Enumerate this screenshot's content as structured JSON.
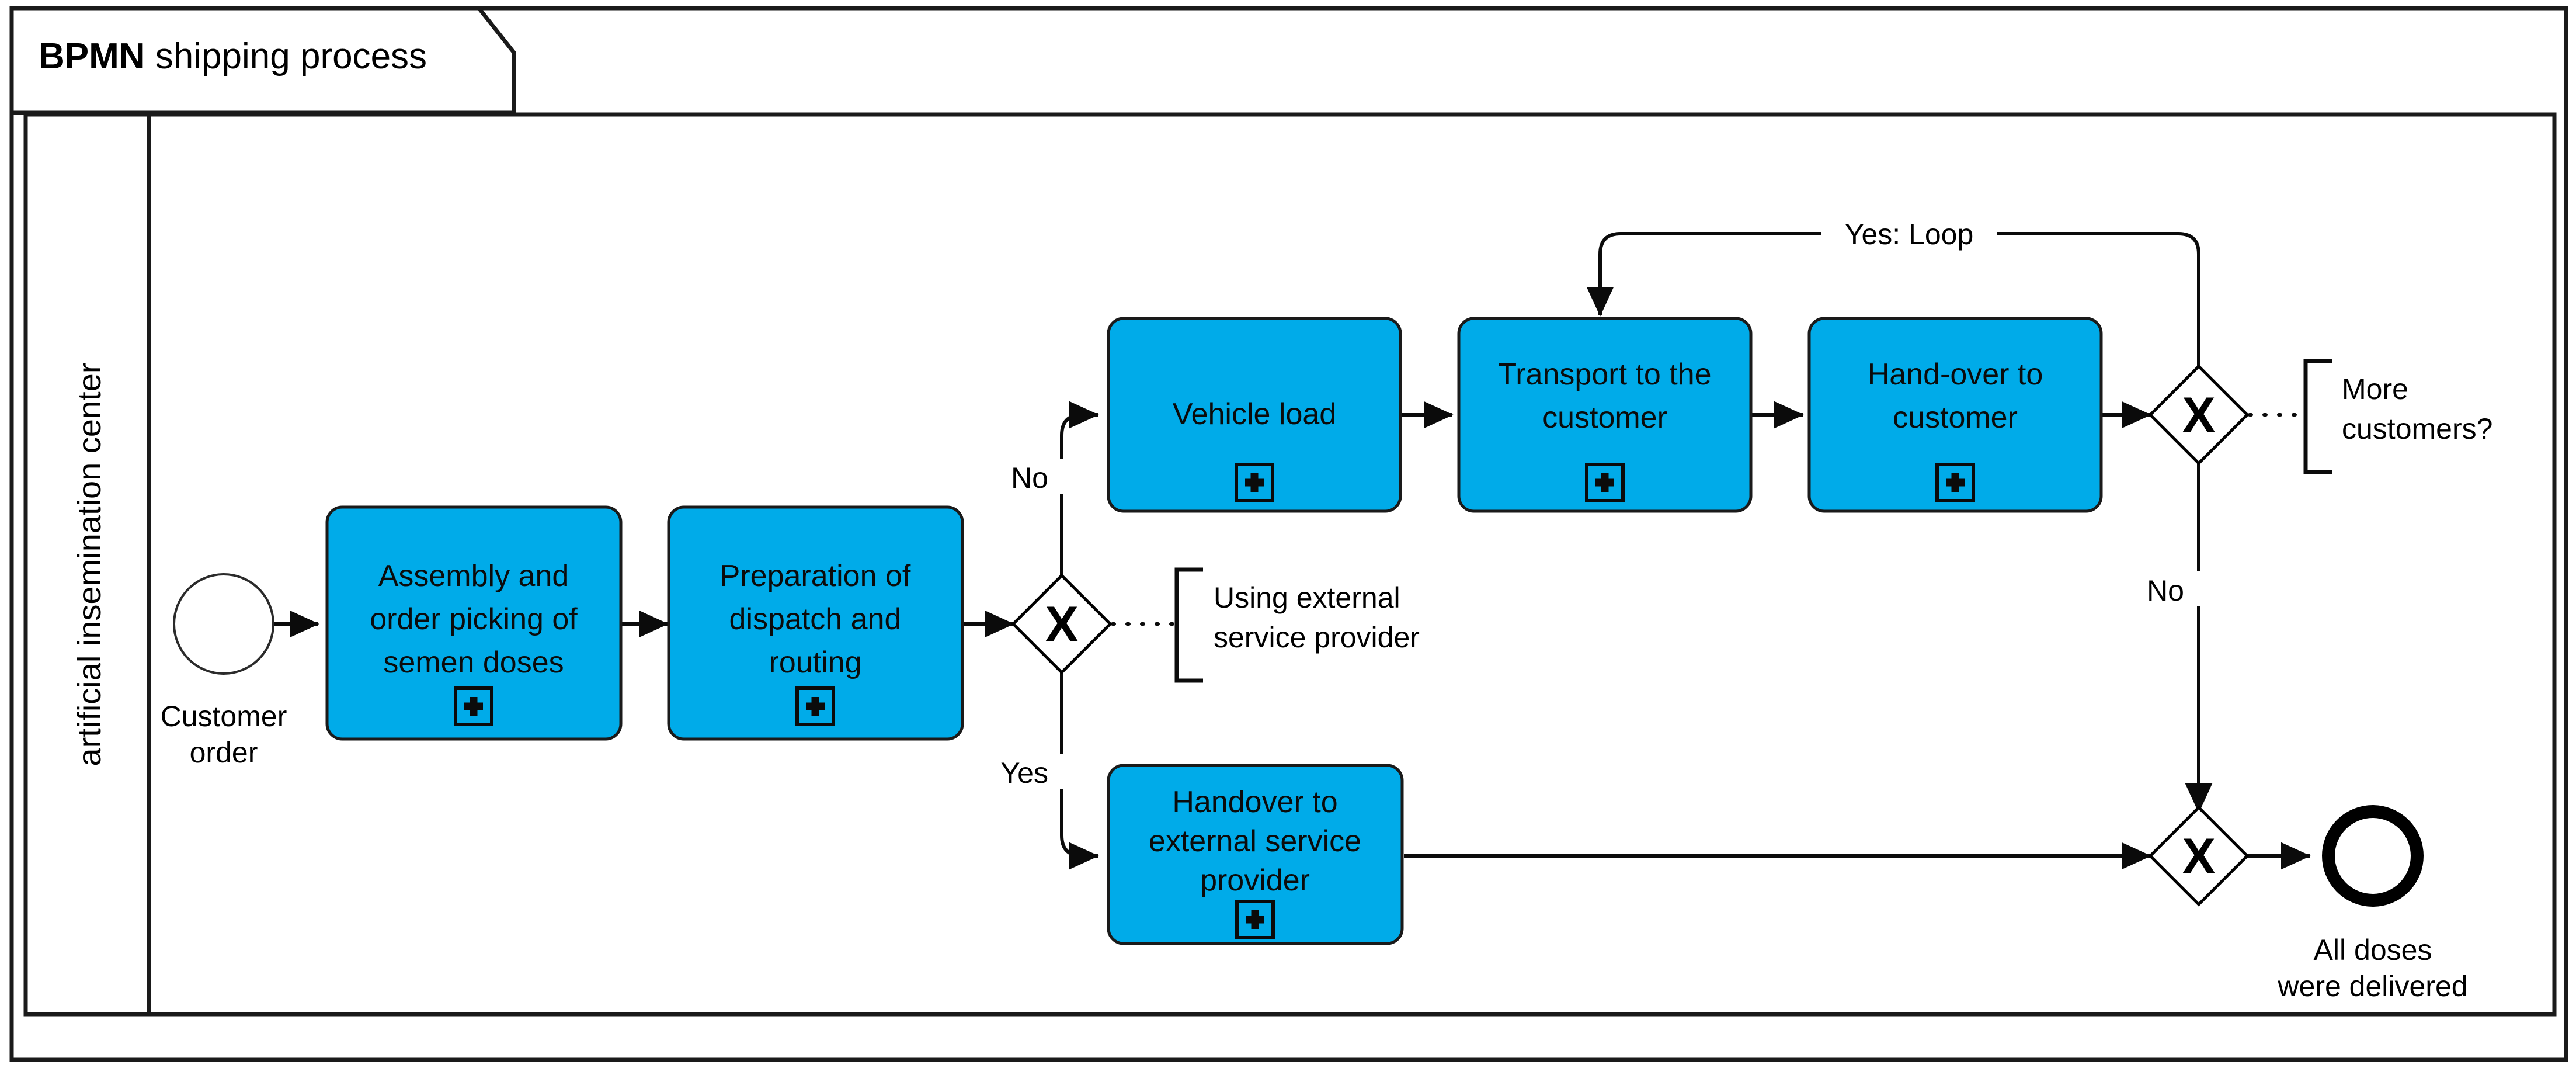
{
  "diagram": {
    "title_bold": "BPMN",
    "title_rest": " shipping process",
    "lane_label": "artificial insemination center",
    "accent_color": "#00ABE9",
    "line_color": "#0b0b0b"
  },
  "events": {
    "start": {
      "name": "start-event",
      "label_line1": "Customer",
      "label_line2": "order"
    },
    "end": {
      "name": "end-event",
      "label_line1": "All doses",
      "label_line2": "were delivered"
    }
  },
  "tasks": [
    {
      "id": "assembly",
      "lines": [
        "Assembly and",
        "order picking of",
        "semen doses"
      ],
      "marker": "subprocess-plus"
    },
    {
      "id": "preparation",
      "lines": [
        "Preparation of",
        "dispatch and",
        "routing"
      ],
      "marker": "subprocess-plus"
    },
    {
      "id": "vehicle-load",
      "lines": [
        "Vehicle load"
      ],
      "marker": "subprocess-plus"
    },
    {
      "id": "transport",
      "lines": [
        "Transport to the",
        "customer"
      ],
      "marker": "subprocess-plus"
    },
    {
      "id": "handover-customer",
      "lines": [
        "Hand-over to",
        "customer"
      ],
      "marker": "subprocess-plus"
    },
    {
      "id": "handover-external",
      "lines": [
        "Handover to",
        "external service",
        "provider"
      ],
      "marker": "subprocess-plus"
    }
  ],
  "gateways": [
    {
      "id": "gateway-dispatch",
      "symbol": "X"
    },
    {
      "id": "gateway-more-customers",
      "symbol": "X"
    },
    {
      "id": "gateway-merge",
      "symbol": "X"
    }
  ],
  "annotations": [
    {
      "id": "annotation-external-provider",
      "lines": [
        "Using external",
        "service provider"
      ]
    },
    {
      "id": "annotation-more-customers",
      "lines": [
        "More",
        "customers?"
      ]
    }
  ],
  "flow_labels": {
    "dispatch_no": "No",
    "dispatch_yes": "Yes",
    "loop_yes": "Yes: Loop",
    "more_customers_no": "No"
  }
}
